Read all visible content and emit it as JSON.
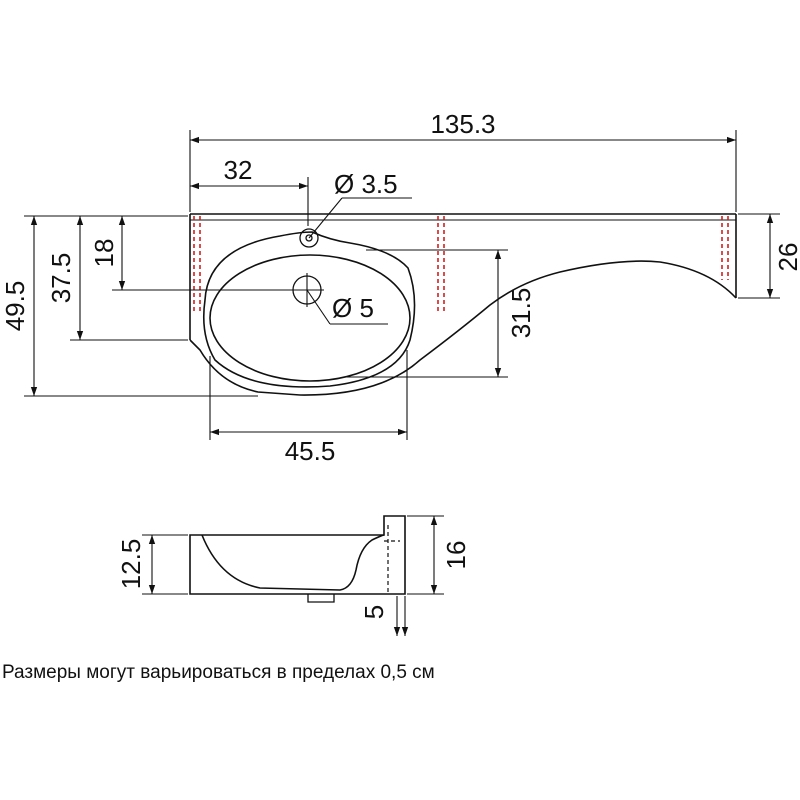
{
  "dimensions": {
    "total_width": "135.3",
    "tap_offset": "32",
    "tap_hole": "Ø 3.5",
    "drain_hole": "Ø 5",
    "total_depth": "49.5",
    "depth_left": "37.5",
    "tap_from_back": "18",
    "bowl_depth": "31.5",
    "right_depth": "26",
    "bowl_width": "45.5",
    "side_height": "12.5",
    "overall_height": "16",
    "drain_drop": "5"
  },
  "note": "Размеры могут варьироваться в пределах 0,5 см"
}
